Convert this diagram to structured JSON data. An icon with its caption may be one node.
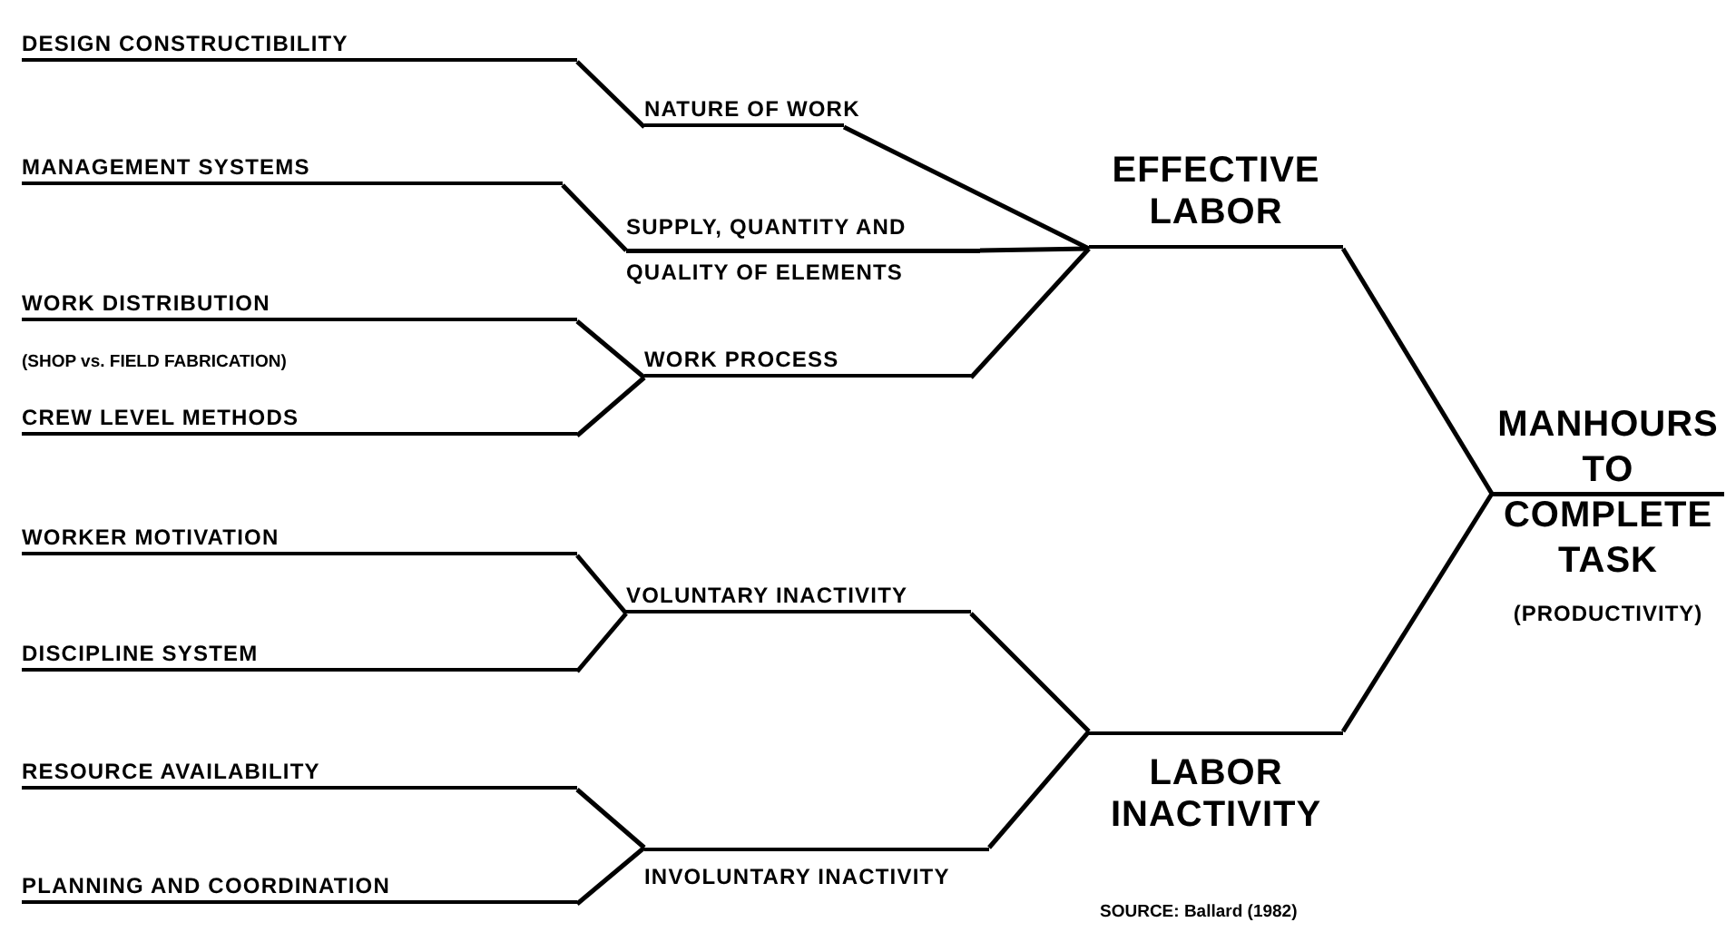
{
  "diagram": {
    "nodes": [
      {
        "text": [
          "DESIGN CONSTRUCTIBILITY"
        ]
      },
      {
        "text": [
          "MANAGEMENT SYSTEMS"
        ]
      },
      {
        "text": [
          "WORK DISTRIBUTION"
        ],
        "beside": [
          "(SHOP vs. FIELD FABRICATION)"
        ]
      },
      {
        "text": [
          "CREW LEVEL METHODS"
        ]
      },
      {
        "text": [
          "NATURE OF WORK"
        ]
      },
      {
        "text": [
          "SUPPLY, QUANTITY AND QUALITY OF ELEMENTS"
        ]
      },
      {
        "text": [
          "WORK PROCESS"
        ]
      },
      {
        "text": [
          "EFFECTIVE LABOR"
        ]
      },
      {
        "text": [
          "WORKER MOTIVATION"
        ]
      },
      {
        "text": [
          "DISCIPLINE SYSTEM"
        ]
      },
      {
        "text": [
          "RESOURCE AVAILABILITY"
        ]
      },
      {
        "text": [
          "PLANNING AND COORDINATION"
        ]
      },
      {
        "text": [
          "VOLUNTARY INACTIVITY"
        ]
      },
      {
        "text": [
          "INVOLUNTARY INACTIVITY"
        ]
      },
      {
        "text": [
          "LABOR INACTIVITY"
        ]
      },
      {
        "text": [
          "MANHOURS TO COMPLETE TASK",
          "(PRODUCTIVITY)"
        ]
      }
    ],
    "edges": [
      {
        "from": 0,
        "to": 4,
        "arrow": "none"
      },
      {
        "from": 1,
        "to": 5,
        "arrow": "none"
      },
      {
        "from": 2,
        "to": 6,
        "arrow": "none"
      },
      {
        "from": 3,
        "to": 6,
        "arrow": "none"
      },
      {
        "from": 4,
        "to": 7,
        "arrow": "none"
      },
      {
        "from": 5,
        "to": 7,
        "arrow": "none"
      },
      {
        "from": 6,
        "to": 7,
        "arrow": "none"
      },
      {
        "from": 8,
        "to": 12,
        "arrow": "none"
      },
      {
        "from": 9,
        "to": 12,
        "arrow": "none"
      },
      {
        "from": 10,
        "to": 13,
        "arrow": "none"
      },
      {
        "from": 11,
        "to": 13,
        "arrow": "none"
      },
      {
        "from": 12,
        "to": 14,
        "arrow": "none"
      },
      {
        "from": 13,
        "to": 14,
        "arrow": "none"
      },
      {
        "from": 7,
        "to": 15,
        "arrow": "none"
      },
      {
        "from": 14,
        "to": 15,
        "arrow": "none"
      }
    ],
    "labels": [
      "SOURCE: Ballard (1982)"
    ]
  }
}
